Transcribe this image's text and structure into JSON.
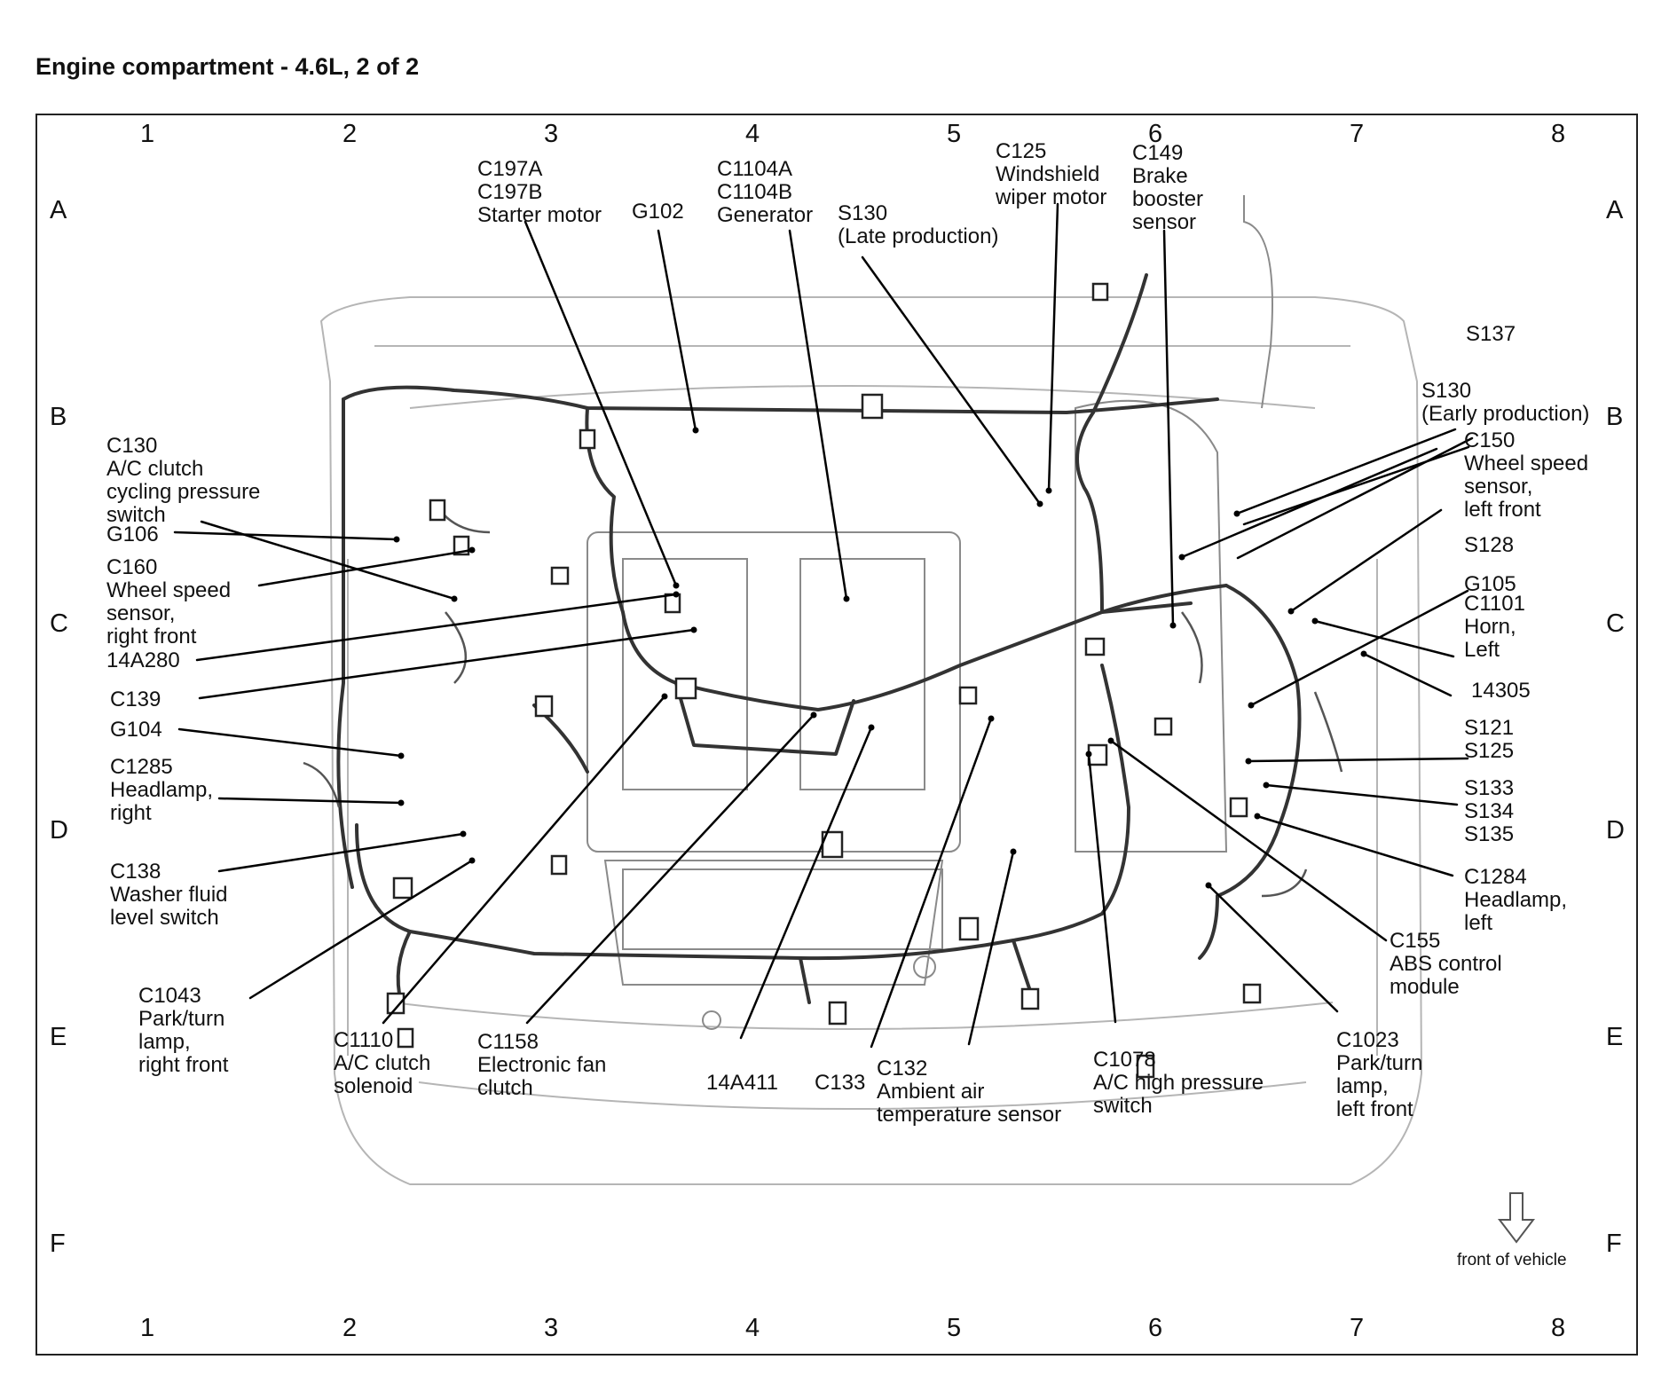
{
  "title": "Engine compartment - 4.6L, 2 of 2",
  "grid": {
    "columns": [
      "1",
      "2",
      "3",
      "4",
      "5",
      "6",
      "7",
      "8"
    ],
    "rows": [
      "A",
      "B",
      "C",
      "D",
      "E",
      "F"
    ]
  },
  "orientation_note": "front of vehicle",
  "callouts": [
    {
      "id": "c197",
      "lines": [
        "C197A",
        "C197B",
        "Starter motor"
      ]
    },
    {
      "id": "g102",
      "lines": [
        "G102"
      ]
    },
    {
      "id": "c1104",
      "lines": [
        "C1104A",
        "C1104B",
        "Generator"
      ]
    },
    {
      "id": "s130late",
      "lines": [
        "S130",
        "(Late production)"
      ]
    },
    {
      "id": "c125",
      "lines": [
        "C125",
        "Windshield",
        "wiper motor"
      ]
    },
    {
      "id": "c149",
      "lines": [
        "C149",
        "Brake",
        "booster",
        "sensor"
      ]
    },
    {
      "id": "c130",
      "lines": [
        "C130",
        "A/C clutch",
        "cycling pressure",
        "switch"
      ]
    },
    {
      "id": "g106",
      "lines": [
        "G106"
      ]
    },
    {
      "id": "c160",
      "lines": [
        "C160",
        "Wheel speed",
        "sensor,",
        "right front"
      ]
    },
    {
      "id": "n14a280",
      "lines": [
        "14A280"
      ]
    },
    {
      "id": "c139",
      "lines": [
        "C139"
      ]
    },
    {
      "id": "g104",
      "lines": [
        "G104"
      ]
    },
    {
      "id": "c1285",
      "lines": [
        "C1285",
        "Headlamp,",
        "right"
      ]
    },
    {
      "id": "c138",
      "lines": [
        "C138",
        "Washer fluid",
        "level switch"
      ]
    },
    {
      "id": "c1043",
      "lines": [
        "C1043",
        "Park/turn",
        "lamp,",
        "right front"
      ]
    },
    {
      "id": "c1110",
      "lines": [
        "C1110",
        "A/C clutch",
        "solenoid"
      ]
    },
    {
      "id": "c1158",
      "lines": [
        "C1158",
        "Electronic fan",
        "clutch"
      ]
    },
    {
      "id": "n14a411",
      "lines": [
        "14A411"
      ]
    },
    {
      "id": "c133",
      "lines": [
        "C133"
      ]
    },
    {
      "id": "c132",
      "lines": [
        "C132",
        "Ambient air",
        "temperature sensor"
      ]
    },
    {
      "id": "c1078",
      "lines": [
        "C1078",
        "A/C high pressure",
        "switch"
      ]
    },
    {
      "id": "c1023",
      "lines": [
        "C1023",
        "Park/turn",
        "lamp,",
        "left front"
      ]
    },
    {
      "id": "c155",
      "lines": [
        "C155",
        "ABS control",
        "module"
      ]
    },
    {
      "id": "c1284",
      "lines": [
        "C1284",
        "Headlamp,",
        "left"
      ]
    },
    {
      "id": "s133",
      "lines": [
        "S133",
        "S134",
        "S135"
      ]
    },
    {
      "id": "s121",
      "lines": [
        "S121",
        "S125"
      ]
    },
    {
      "id": "n14305",
      "lines": [
        "14305"
      ]
    },
    {
      "id": "c1101",
      "lines": [
        "C1101",
        "Horn,",
        "Left"
      ]
    },
    {
      "id": "g105",
      "lines": [
        "G105"
      ]
    },
    {
      "id": "s128",
      "lines": [
        "S128"
      ]
    },
    {
      "id": "c150",
      "lines": [
        "C150",
        "Wheel speed",
        "sensor,",
        "left front"
      ]
    },
    {
      "id": "s130early",
      "lines": [
        "S130",
        "(Early production)"
      ]
    },
    {
      "id": "s137",
      "lines": [
        "S137"
      ]
    }
  ]
}
